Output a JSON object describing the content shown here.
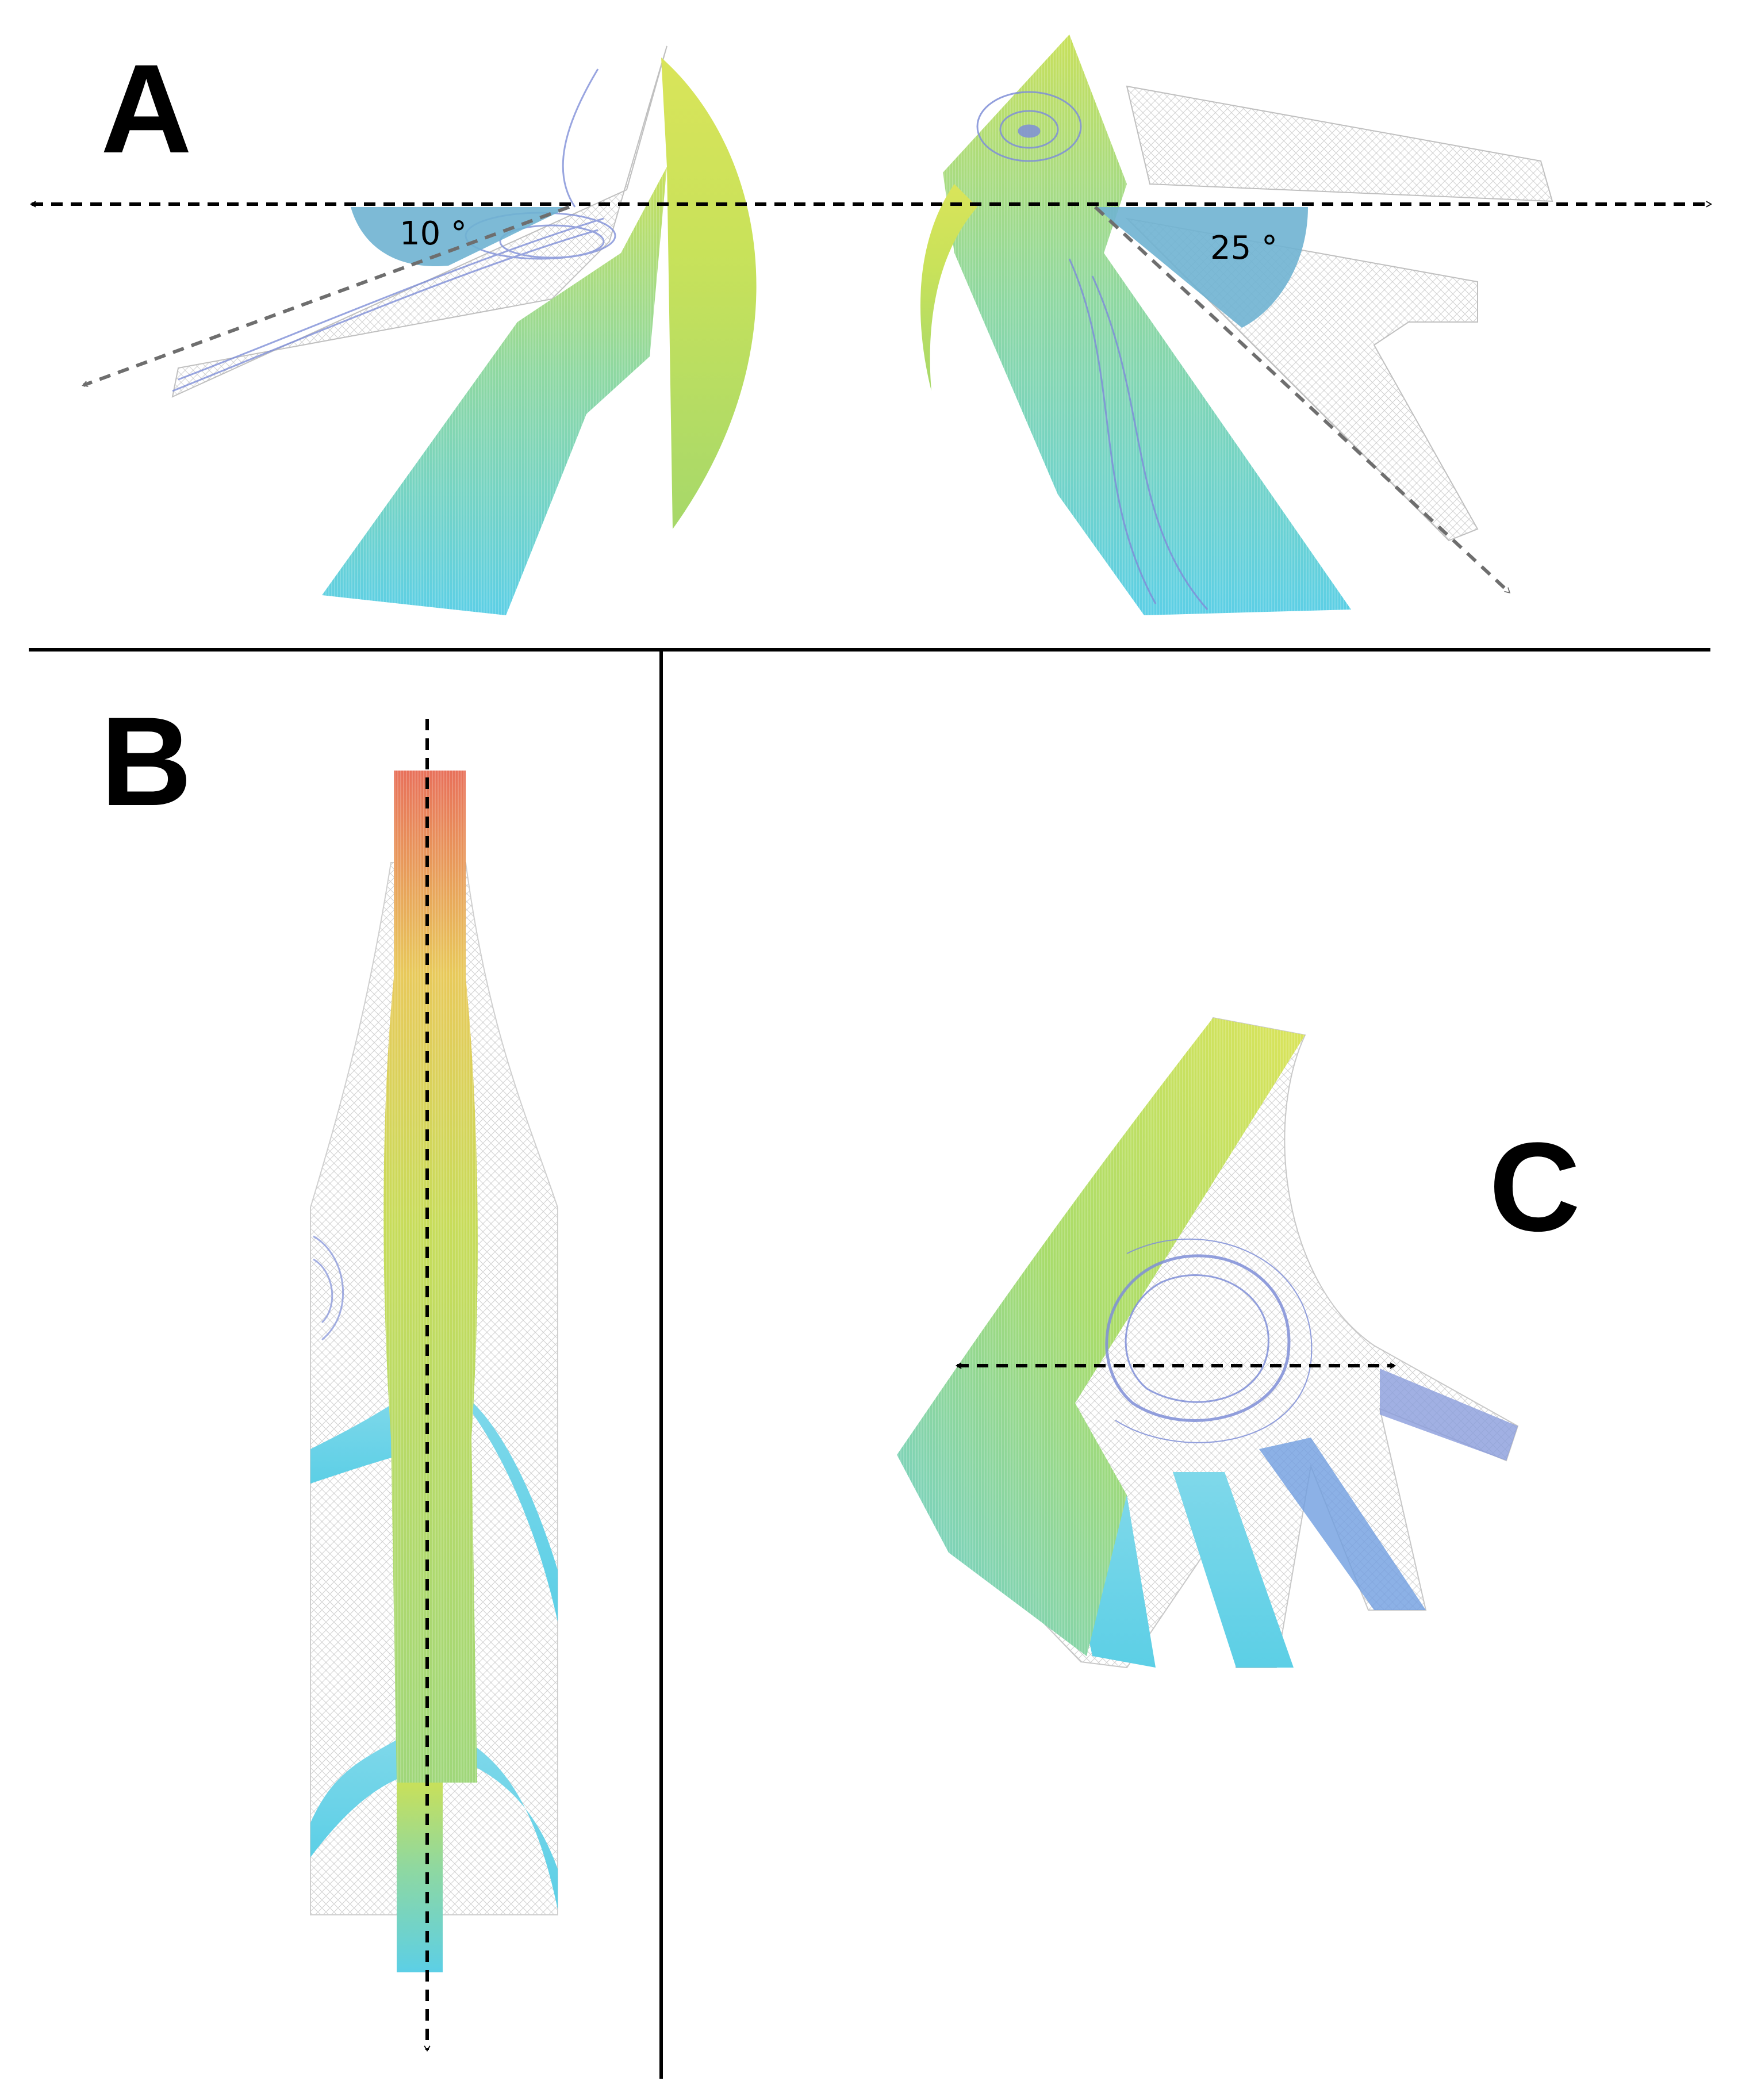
{
  "panels": {
    "A": {
      "label": "A",
      "angle_left": "10 °",
      "angle_right": "25 °"
    },
    "B": {
      "label": "B"
    },
    "C": {
      "label": "C"
    }
  },
  "colors": {
    "streamline_low": "#7f8fd8",
    "streamline_mid": "#5ccfe6",
    "streamline_high": "#c8e05a",
    "streamline_peak": "#e8705a",
    "angle_fill": "#6fb3d2",
    "mesh": "#c8c8c8",
    "divider": "#000000",
    "axis_black": "#000000",
    "axis_gray": "#6e6e6e"
  }
}
